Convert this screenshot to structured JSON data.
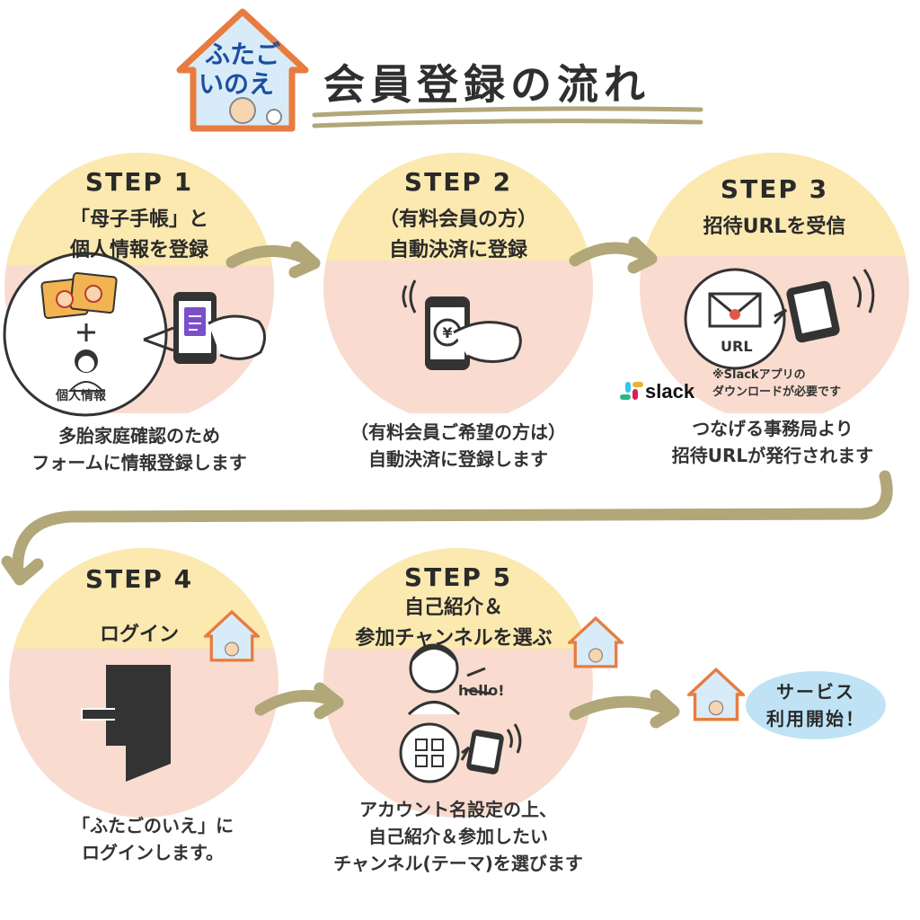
{
  "header": {
    "logo_top": "ふたご",
    "logo_bottom": "いのえ",
    "title": "会員登録の流れ"
  },
  "steps": [
    {
      "label": "STEP 1",
      "head": [
        "「母子手帳」と",
        "個人情報を登録"
      ],
      "desc": [
        "多胎家庭確認のため",
        "フォームに情報登録します"
      ],
      "icon": "form-icon",
      "sub_caption": "個人情報"
    },
    {
      "label": "STEP 2",
      "head": [
        "（有料会員の方）",
        "自動決済に登録"
      ],
      "desc": [
        "（有料会員ご希望の方は）",
        "自動決済に登録します"
      ],
      "icon": "yen-payment-icon"
    },
    {
      "label": "STEP 3",
      "head": [
        "招待URLを受信"
      ],
      "desc": [
        "つなげる事務局より",
        "招待URLが発行されます"
      ],
      "icon": "envelope-url-icon",
      "url_label": "URL",
      "note": [
        "※Slackアプリの",
        "ダウンロードが必要です"
      ],
      "slack": "slack"
    },
    {
      "label": "STEP 4",
      "head": [
        "ログイン"
      ],
      "desc": [
        "「ふたごのいえ」に",
        "ログインします。"
      ],
      "icon": "login-door-icon"
    },
    {
      "label": "STEP 5",
      "head": [
        "自己紹介＆",
        "参加チャンネルを選ぶ"
      ],
      "desc": [
        "アカウント名設定の上、",
        "自己紹介＆参加したい",
        "チャンネル(テーマ)を選びます"
      ],
      "icon": "hello-speech-icon",
      "hello": "hello!"
    }
  ],
  "finish": [
    "サービス",
    "利用開始！"
  ],
  "colors": {
    "circle_top": "#fbe9b0",
    "circle_bottom": "#f9dccf",
    "arrow": "#b1a779",
    "finish_bubble": "#bfe3f5",
    "house_roof": "#e87b3f",
    "house_wall": "#d7ecf8"
  }
}
